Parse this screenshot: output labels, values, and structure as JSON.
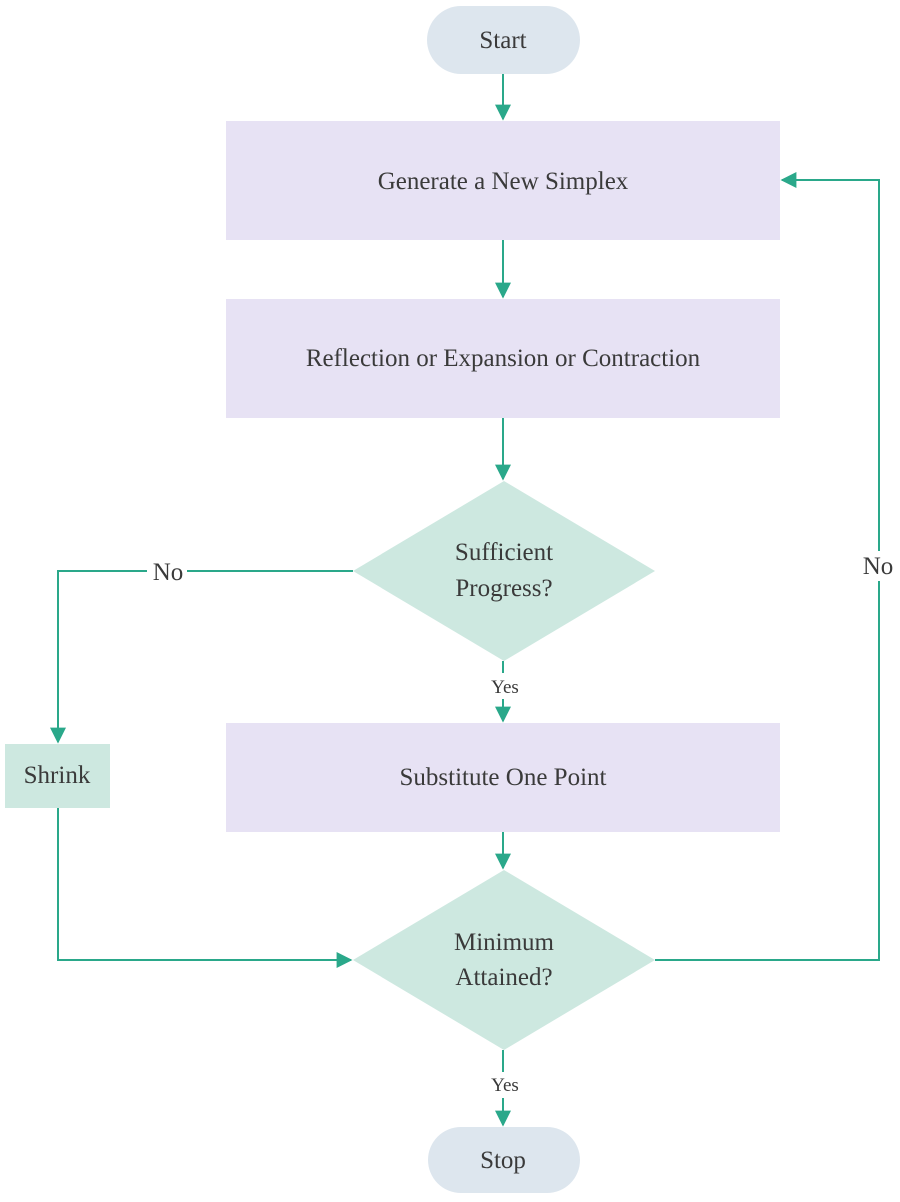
{
  "colors": {
    "terminal": "#dde6ee",
    "process": "#e7e2f4",
    "decision": "#cde8e0",
    "connector": "#2aa88a",
    "text": "#3a3a3a"
  },
  "nodes": {
    "start": "Start",
    "generate": "Generate a New Simplex",
    "reflection": "Reflection or Expansion or Contraction",
    "sufficient_line1": "Sufficient",
    "sufficient_line2": "Progress?",
    "substitute": "Substitute One Point",
    "shrink": "Shrink",
    "minimum_line1": "Minimum",
    "minimum_line2": "Attained?",
    "stop": "Stop"
  },
  "edge_labels": {
    "sufficient_no": "No",
    "sufficient_yes": "Yes",
    "minimum_no": "No",
    "minimum_yes": "Yes"
  }
}
